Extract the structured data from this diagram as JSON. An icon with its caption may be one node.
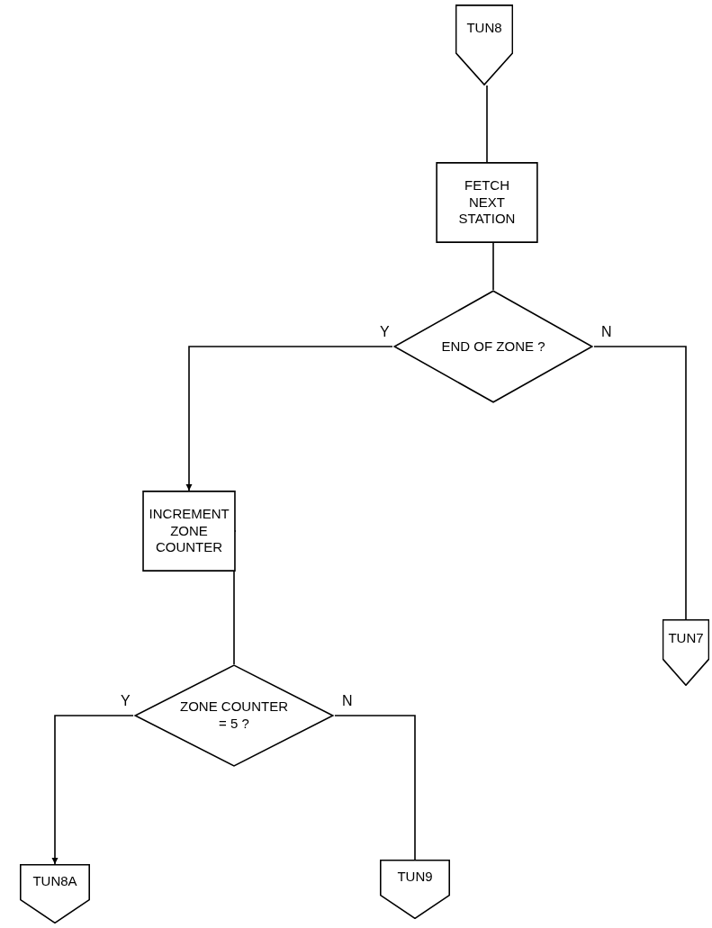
{
  "diagram": {
    "nodes": [
      {
        "text": [
          "TUN8"
        ]
      },
      {
        "text": [
          "FETCH NEXT STATION"
        ]
      },
      {
        "text": [
          "END OF ZONE ?"
        ]
      },
      {
        "text": [
          "TUN7"
        ]
      },
      {
        "text": [
          "INCREMENT ZONE COUNTER"
        ]
      },
      {
        "text": [
          "ZONE COUNTER = 5 ?"
        ]
      },
      {
        "text": [
          "TUN8A"
        ]
      },
      {
        "text": [
          "TUN9"
        ]
      }
    ],
    "edges": [
      {
        "from": 0,
        "to": 1,
        "arrow": "none"
      },
      {
        "from": 1,
        "to": 2,
        "arrow": "none"
      },
      {
        "from": 2,
        "to": 4,
        "arrow": "to",
        "label": "Y"
      },
      {
        "from": 2,
        "to": 3,
        "arrow": "none",
        "label": "N"
      },
      {
        "from": 4,
        "to": 5,
        "arrow": "none"
      },
      {
        "from": 5,
        "to": 6,
        "arrow": "to",
        "label": "Y"
      },
      {
        "from": 5,
        "to": 7,
        "arrow": "none",
        "label": "N"
      }
    ]
  }
}
